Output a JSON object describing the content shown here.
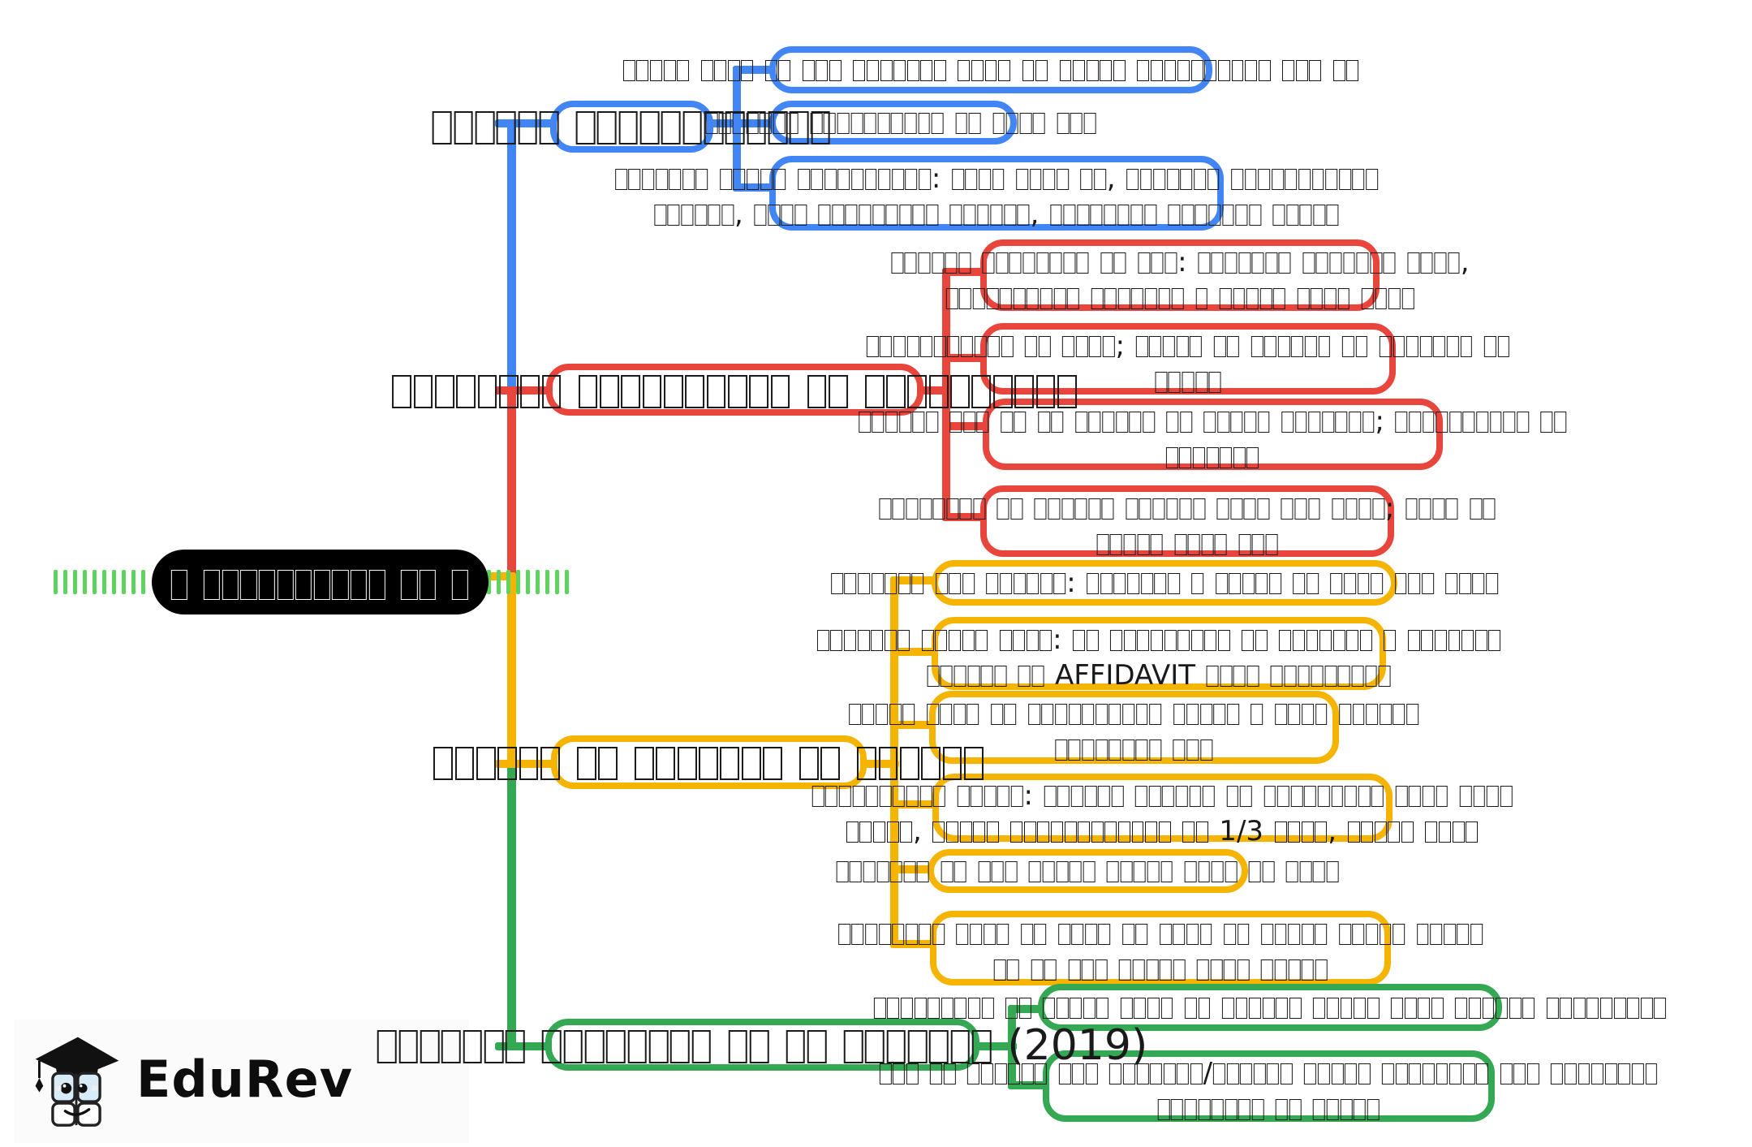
{
  "colors": {
    "blue": "#4285F4",
    "red": "#E8453C",
    "yellow": "#F4B400",
    "green": "#34A853",
    "central_bg": "#000000",
    "text": "#1a1a1a",
    "tick_green": "#5fd35f"
  },
  "central_node": {
    "label": "□ □□□□□□□□□□ □□ □"
  },
  "branches": {
    "blue": {
      "parent_label": "□□□□□□ □□□□□□□□□□□□",
      "children": [
        {
          "lines": [
            "□□□□□ □□□□ □□ □□□ □□□□□□□ □□□□ □□ □□□□□ □□□□□□□□□□ □□□ □□"
          ]
        },
        {
          "lines": [
            "□□□□□□□ □□□□□□□□□□ □□ □□□□ □□□"
          ]
        },
        {
          "lines": [
            "□□□□□□□ □□□□□ □□□□□□□□□□: □□□□ □□□□ □□, □□□□□□□ □□□□□□□□□□□",
            "□□□□□□, □□□□ □□□□□□□□□ □□□□□□, □□□□□□□□ □□□□□□□ □□□□□"
          ]
        }
      ]
    },
    "red": {
      "parent_label": "□□□□□□□□ □□□□□□□□□□ □□ □□□□□□□□□□",
      "children": [
        {
          "lines": [
            "□□□□□□ □□□□□□□□ □□ □□□: □□□□□□□ □□□□□□□ □□□□,",
            "□□□□□□□□□□ □□□□□□□ □ □□□□□ □□□□ □□□□"
          ]
        },
        {
          "lines": [
            "□□□□□□□□□□□ □□ □□□□; □□□□□ □□ □□□□□□ □□ □□□□□□□ □□",
            "□□□□□"
          ]
        },
        {
          "lines": [
            "□□□□□□ □□□ □□ □□ □□□□□□ □□ □□□□□ □□□□□□□; □□□□□□□□□□ □□",
            "□□□□□□□"
          ]
        },
        {
          "lines": [
            "□□□□□□□□ □□ □□□□□□ □□□□□□ □□□□ □□□ □□□□; □□□□ □□",
            "□□□□□ □□□□ □□□"
          ]
        }
      ]
    },
    "yellow": {
      "parent_label": "□□□□□□ □□ □□□□□□□ □□ □□□□□□",
      "children": [
        {
          "lines": [
            "□□□□□□□ □□□ □□□□□□: □□□□□□□ □ □□□□□ □□ □□□□ □□□ □□□□"
          ]
        },
        {
          "lines": [
            "□□□□□□□ □□□□□ □□□□: □□ □□□□□□□□□ □□ □□□□□□□ □ □□□□□□□",
            "□□□□□□ □□ AFFIDAVIT □□□□ □□□□□□□□□"
          ]
        },
        {
          "lines": [
            "□□□□□ □□□□ □□ □□□□□□□□□□ □□□□□ □ □□□□ □□□□□□",
            "□□□□□□□□ □□□"
          ]
        },
        {
          "lines": [
            "□□□□□□□□□□ □□□□□: □□□□□□ □□□□□□ □□ □□□□□□□□□ □□□□ □□□□",
            "□□□□□, □□□□□ □□□□□□□□□□□□ □□ 1/3 □□□□, □□□□□ □□□□"
          ]
        },
        {
          "lines": [
            "□□□□□□□ □□ □□□ □□□□□ □□□□□ □□□□ □□ □□□□"
          ]
        },
        {
          "lines": [
            "□□□□□□□□ □□□□ □□ □□□□ □□ □□□□ □□ □□□□□ □□□□□ □□□□□",
            "□□ □□ □□□ □□□□□ □□□□ □□□□□"
          ]
        }
      ]
    },
    "green": {
      "parent_label": "□□□□□□□ □□□□□□□□ □□ □□ □□□□□□□ (2019)",
      "children": [
        {
          "lines": [
            "□□□□□□□□□ □□ □□□□□ □□□□ □□ □□□□□□ □□□□□ □□□□ □□□□□□ □□□□□□□□□"
          ]
        },
        {
          "lines": [
            "□□□ □□ □□□□□□ □□□ □□□□□□□/□□□□□□ □□□□□ □□□□□□□□ □□□ □□□□□□□□",
            "□□□□□□□□ □□ □□□□□"
          ]
        }
      ]
    }
  },
  "decorations": {
    "left_tick_count": 10,
    "right_tick_count": 9
  },
  "footer": {
    "logo_text": "EduRev"
  }
}
